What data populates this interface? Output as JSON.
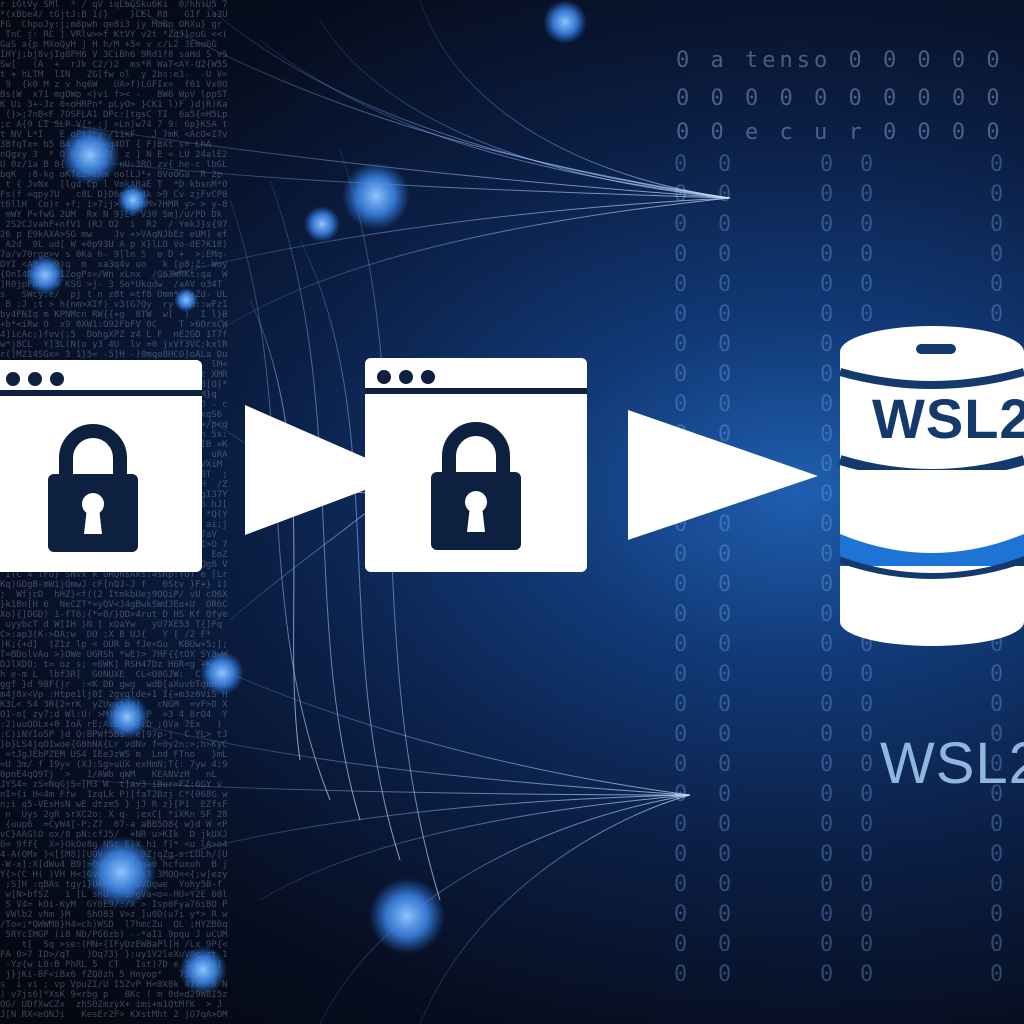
{
  "code_snippets": {
    "line1": "0 a tenso 0 0 0 0 0",
    "line2": "0 0 0 0 0 0 0 0 0 0",
    "line3": "0 0 e c u r 0 0 0 0"
  },
  "database": {
    "label": "WSL2"
  },
  "caption": {
    "text": "WSL2"
  },
  "icons": [
    "browser-window-icon",
    "lock-icon",
    "arrow-right-icon",
    "database-icon"
  ],
  "colors": {
    "background_dark": "#070d1f",
    "glow_blue": "#2a73d6",
    "icon_white": "#ffffff",
    "icon_navy": "#0d2040"
  }
}
